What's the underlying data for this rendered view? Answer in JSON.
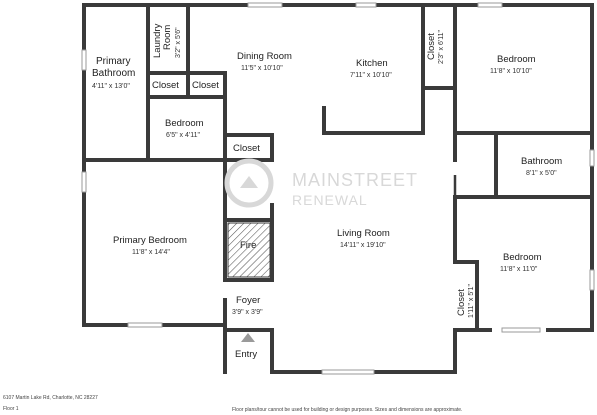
{
  "rooms": {
    "primary_bathroom": {
      "name_line1": "Primary",
      "name_line2": "Bathroom",
      "dim": "4'11\" x 13'0\""
    },
    "laundry_room": {
      "name_line1": "Laundry",
      "name_line2": "Room",
      "dim": "3'2\" x 5'6\""
    },
    "dining_room": {
      "name": "Dining Room",
      "dim": "11'5\" x 10'10\""
    },
    "kitchen": {
      "name": "Kitchen",
      "dim": "7'11\" x 10'10\""
    },
    "closet_top": {
      "name": "Closet",
      "dim": "2'3\" x 6'11\""
    },
    "bedroom_ne": {
      "name": "Bedroom",
      "dim": "11'8\" x 10'10\""
    },
    "closet_a": {
      "name": "Closet"
    },
    "closet_b": {
      "name": "Closet"
    },
    "bedroom_small": {
      "name": "Bedroom",
      "dim": "6'5\" x 4'11\""
    },
    "closet_c": {
      "name": "Closet"
    },
    "bathroom": {
      "name": "Bathroom",
      "dim": "8'1\" x 5'0\""
    },
    "primary_bedroom": {
      "name": "Primary Bedroom",
      "dim": "11'8\" x 14'4\""
    },
    "fireplace": {
      "name": "Fire"
    },
    "living_room": {
      "name": "Living Room",
      "dim": "14'11\" x 19'10\""
    },
    "bedroom_se": {
      "name": "Bedroom",
      "dim": "11'8\" x 11'0\""
    },
    "closet_se": {
      "name": "Closet",
      "dim": "1'11\" x 5'1\""
    },
    "foyer": {
      "name": "Foyer",
      "dim": "3'9\" x 3'9\""
    }
  },
  "entry_label": "Entry",
  "watermark": {
    "line1": "MAINSTREET",
    "line2": "RENEWAL"
  },
  "footer": {
    "address": "6107 Martin Lake Rd, Charlotte, NC 28227",
    "floor": "Floor 1",
    "note": "Floor plans/tour cannot be used for building or design purposes. Sizes and dimensions are approximate."
  },
  "colors": {
    "wall": "#3a3a3a",
    "watermark": "#d8d8d8",
    "fireplace_hatch": "#555555"
  }
}
